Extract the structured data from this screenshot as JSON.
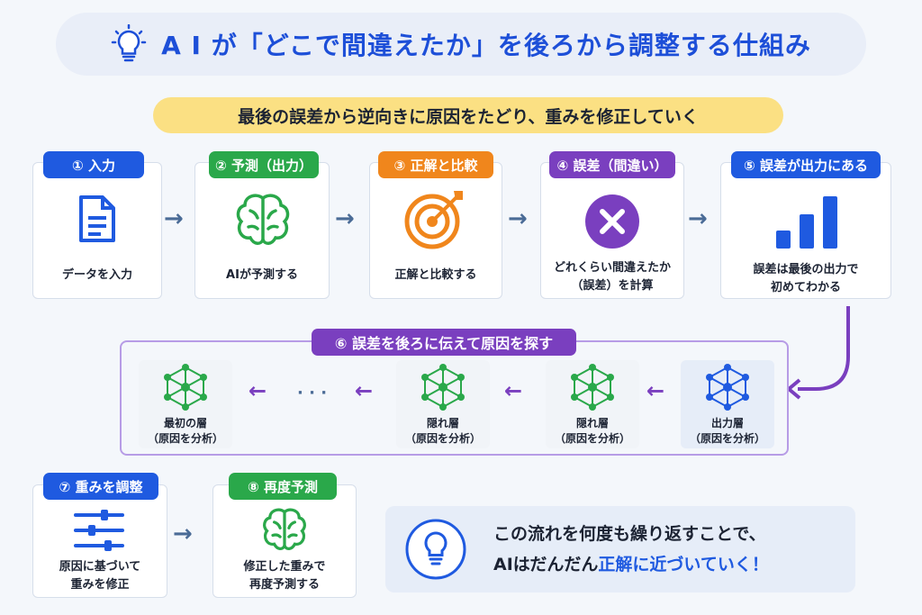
{
  "title": "A I が「どこで間違えたか」を後ろから調整する仕組み",
  "subtitle": "最後の誤差から逆向きに原因をたどり、重みを修正していく",
  "steps": [
    {
      "label": "① 入力",
      "desc": "データを入力",
      "icon": "document-icon",
      "color": "#1f5ae0"
    },
    {
      "label": "② 予測（出力）",
      "desc": "AIが予測する",
      "icon": "brain-icon",
      "color": "#2aa84a"
    },
    {
      "label": "③ 正解と比較",
      "desc": "正解と比較する",
      "icon": "target-icon",
      "color": "#f0861c"
    },
    {
      "label": "④ 誤差（間違い）",
      "desc1": "どれくらい間違えたか",
      "desc2": "（誤差）を計算",
      "icon": "x-circle-icon",
      "color": "#7a3fbf"
    },
    {
      "label": "⑤ 誤差が出力にある",
      "desc1": "誤差は最後の出力で",
      "desc2": "初めてわかる",
      "icon": "bar-chart-icon",
      "color": "#1f5ae0"
    }
  ],
  "backprop": {
    "label": "⑥ 誤差を後ろに伝えて原因を探す",
    "layers": [
      {
        "name": "最初の層",
        "sub": "（原因を分析）"
      },
      {
        "name": "隠れ層",
        "sub": "（原因を分析）"
      },
      {
        "name": "隠れ層",
        "sub": "（原因を分析）"
      },
      {
        "name": "出力層",
        "sub": "（原因を分析）"
      }
    ],
    "ellipsis": "· · ·",
    "color": "#7a3fbf"
  },
  "step7": {
    "label": "⑦ 重みを調整",
    "desc1": "原因に基づいて",
    "desc2": "重みを修正",
    "icon": "sliders-icon"
  },
  "step8": {
    "label": "⑧ 再度予測",
    "desc1": "修正した重みで",
    "desc2": "再度予測する",
    "icon": "brain-icon"
  },
  "note": {
    "line1": "この流れを何度も繰り返すことで、",
    "line2_pre": "AIはだんだん",
    "line2_hl": "正解に近づいていく！",
    "icon": "lightbulb-icon"
  }
}
